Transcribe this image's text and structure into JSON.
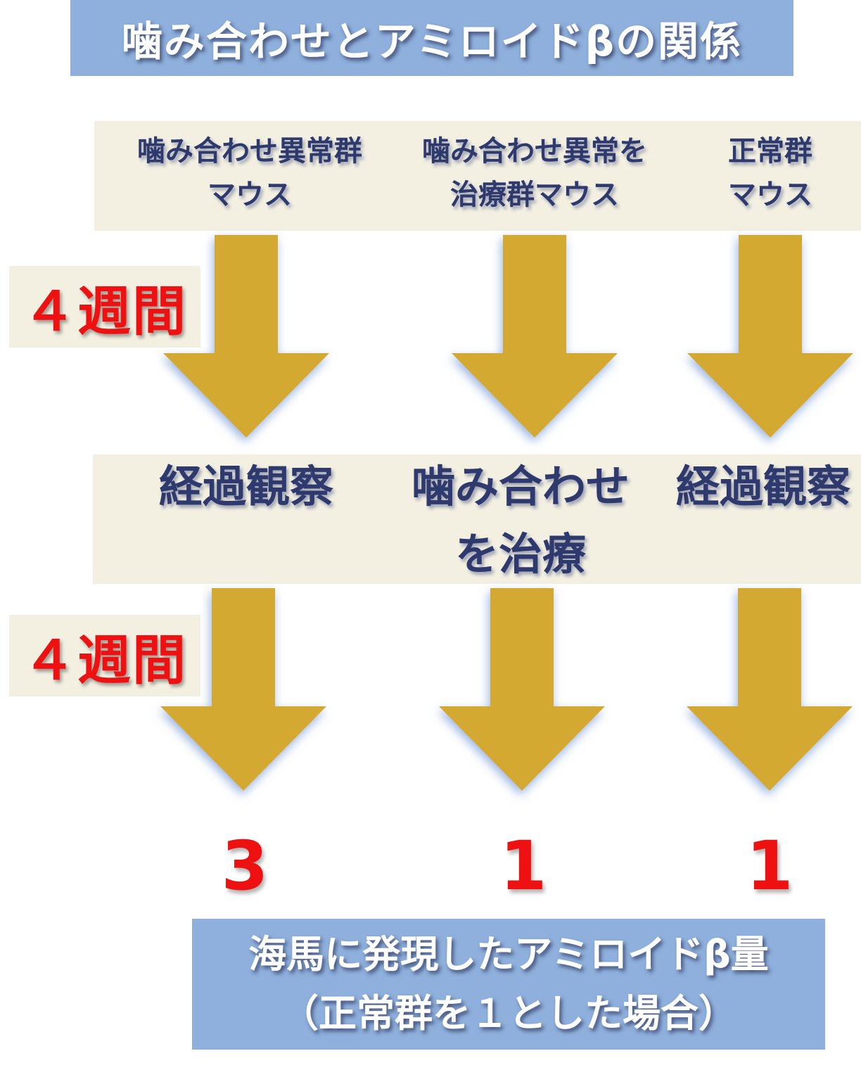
{
  "title": "噛み合わせとアミロイドβの関係",
  "groups": [
    {
      "line1": "噛み合わせ異常群",
      "line2": "マウス"
    },
    {
      "line1": "噛み合わせ異常を",
      "line2": "治療群マウス"
    },
    {
      "line1": "正常群",
      "line2": "マウス"
    }
  ],
  "period_label": "４週間",
  "interventions": [
    {
      "line1": "経過観察",
      "line2": ""
    },
    {
      "line1": "噛み合わせ",
      "line2": "を治療"
    },
    {
      "line1": "経過観察",
      "line2": ""
    }
  ],
  "results": [
    "3",
    "1",
    "1"
  ],
  "caption": {
    "line1": "海馬に発現したアミロイドβ量",
    "line2": "（正常群を１とした場合）"
  },
  "colors": {
    "title_bg": "#8fb0dc",
    "band_bg": "#f3f0e2",
    "arrow": "#d4a933",
    "text_dark": "#2e3a6e",
    "accent_red": "#ee1111"
  }
}
